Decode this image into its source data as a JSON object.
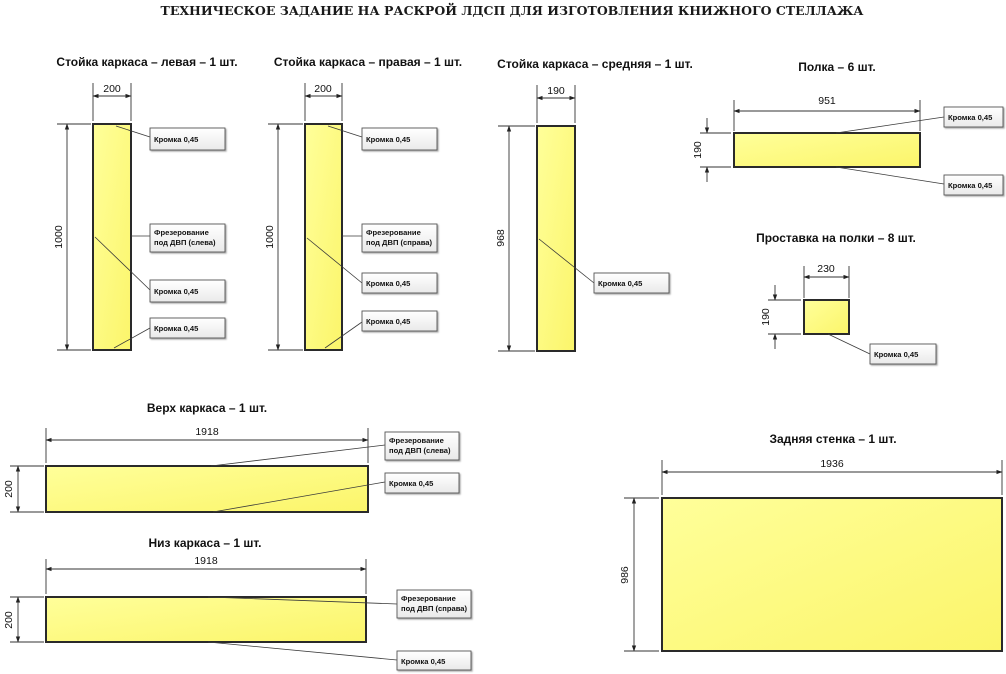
{
  "title": "ТЕХНИЧЕСКОЕ ЗАДАНИЕ НА РАСКРОЙ ЛДСП ДЛЯ ИЗГОТОВЛЕНИЯ КНИЖНОГО СТЕЛЛАЖА",
  "colors": {
    "panel_fill": "#ffff80",
    "panel_stroke": "#2a2a2a",
    "label_box": "#f2f2f2"
  },
  "parts": {
    "left_post": {
      "caption": "Стойка каркаса – левая – 1 шт.",
      "width": "200",
      "height": "1000",
      "labels": [
        "Кромка 0,45",
        "Фрезерование",
        "под ДВП (слева)",
        "Кромка 0,45",
        "Кромка 0,45"
      ]
    },
    "right_post": {
      "caption": "Стойка каркаса  – правая – 1 шт.",
      "width": "200",
      "height": "1000",
      "labels": [
        "Кромка 0,45",
        "Фрезерование",
        "под ДВП (справа)",
        "Кромка 0,45",
        "Кромка 0,45"
      ]
    },
    "middle_post": {
      "caption": "Стойка каркаса – средняя – 1 шт.",
      "width": "190",
      "height": "968",
      "labels": [
        "Кромка 0,45"
      ]
    },
    "shelf": {
      "caption": "Полка – 6 шт.",
      "width": "951",
      "height": "190",
      "labels": [
        "Кромка 0,45",
        "Кромка 0,45"
      ]
    },
    "spacer": {
      "caption": "Проставка на полки – 8 шт.",
      "width": "230",
      "height": "190",
      "labels": [
        "Кромка 0,45"
      ]
    },
    "top": {
      "caption": "Верх каркаса – 1 шт.",
      "width": "1918",
      "height": "200",
      "labels": [
        "Фрезерование",
        "под ДВП (слева)",
        "Кромка 0,45"
      ]
    },
    "bottom": {
      "caption": "Низ каркаса  – 1 шт.",
      "width": "1918",
      "height": "200",
      "labels": [
        "Фрезерование",
        "под ДВП (справа)",
        "Кромка 0,45"
      ]
    },
    "back": {
      "caption": "Задняя стенка – 1 шт.",
      "width": "1936",
      "height": "986"
    }
  }
}
